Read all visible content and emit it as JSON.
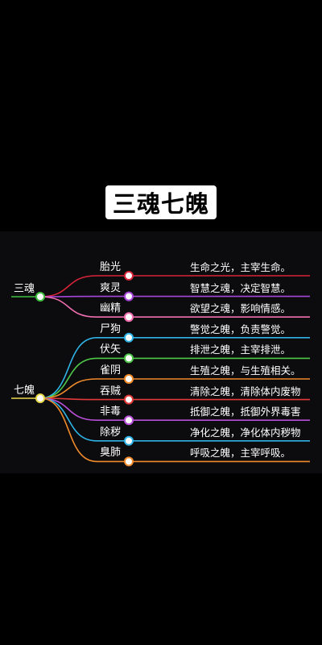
{
  "title": "三魂七魄",
  "groups": [
    {
      "label": "三魂",
      "color": "#3fbf3f",
      "items": [
        {
          "name": "胎光",
          "desc": "生命之光，主宰生命。",
          "color": "#d8243a"
        },
        {
          "name": "爽灵",
          "desc": "智慧之魂，决定智慧。",
          "color": "#a646d8"
        },
        {
          "name": "幽精",
          "desc": "欲望之魂，影响情感。",
          "color": "#f06fb0"
        }
      ]
    },
    {
      "label": "七魄",
      "color": "#e8d84a",
      "items": [
        {
          "name": "尸狗",
          "desc": "警觉之魄，负责警觉。",
          "color": "#2fb4e8"
        },
        {
          "name": "伏矢",
          "desc": "排泄之魄，主宰排泄。",
          "color": "#4fc84a"
        },
        {
          "name": "雀阴",
          "desc": "生殖之魄，与生殖相关。",
          "color": "#f08a2a"
        },
        {
          "name": "吞贼",
          "desc": "清除之魄，清除体内废物",
          "color": "#e23a3a"
        },
        {
          "name": "非毒",
          "desc": "抵御之魄，抵御外界毒害",
          "color": "#b84fd8"
        },
        {
          "name": "除秽",
          "desc": "净化之魄，净化体内秽物",
          "color": "#2fb4e8"
        },
        {
          "name": "臭肺",
          "desc": "呼吸之魄，主宰呼吸。",
          "color": "#f08a2a"
        }
      ]
    }
  ]
}
